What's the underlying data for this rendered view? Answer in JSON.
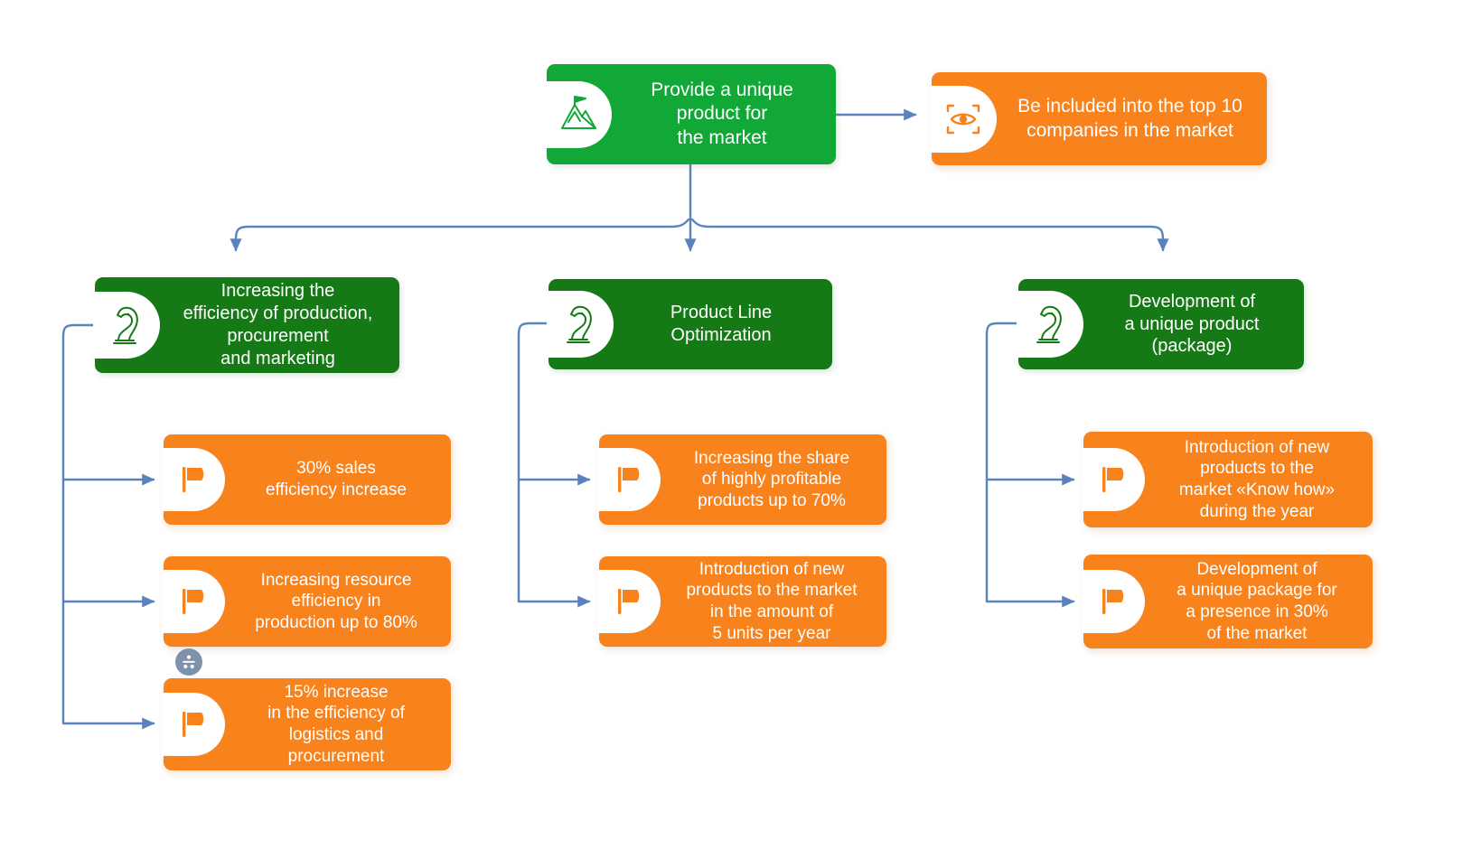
{
  "diagram": {
    "type": "strategy-tree",
    "colors": {
      "root_green": "#12a838",
      "goal_green": "#157a16",
      "orange": "#f8821c",
      "connector_blue": "#5a82bd",
      "badge_white": "#ffffff",
      "collapse_gray": "#7e93ab"
    },
    "root": {
      "id": "root",
      "text": "Provide a unique\nproduct for\nthe market",
      "icon": "mountain-flag-icon",
      "color": "#12a838"
    },
    "vision": {
      "id": "vision",
      "text": "Be included into the top 10\ncompanies in the market",
      "icon": "eye-focus-icon",
      "color": "#f8821c"
    },
    "branches": [
      {
        "id": "branch-production",
        "goal": {
          "text": "Increasing the\nefficiency of production,\nprocurement\nand marketing",
          "icon": "chess-knight-icon",
          "color": "#157a16"
        },
        "kpis": [
          {
            "text": "30% sales\nefficiency increase",
            "icon": "flag-icon",
            "color": "#f8821c"
          },
          {
            "text": "Increasing resource\nefficiency in\nproduction up to 80%",
            "icon": "flag-icon",
            "color": "#f8821c"
          },
          {
            "text": "15% increase\nin the efficiency of\nlogistics and\nprocurement",
            "icon": "flag-icon",
            "color": "#f8821c"
          }
        ]
      },
      {
        "id": "branch-product-line",
        "goal": {
          "text": "Product Line\nOptimization",
          "icon": "chess-knight-icon",
          "color": "#157a16"
        },
        "kpis": [
          {
            "text": "Increasing the share\nof highly profitable\nproducts up to 70%",
            "icon": "flag-icon",
            "color": "#f8821c"
          },
          {
            "text": "Introduction of new\nproducts to the market\nin the amount of\n5 units per year",
            "icon": "flag-icon",
            "color": "#f8821c"
          }
        ]
      },
      {
        "id": "branch-unique-product",
        "goal": {
          "text": "Development of\na unique product\n(package)",
          "icon": "chess-knight-icon",
          "color": "#157a16"
        },
        "kpis": [
          {
            "text": "Introduction of new\nproducts to the\nmarket «Know how»\nduring the year",
            "icon": "flag-icon",
            "color": "#f8821c"
          },
          {
            "text": "Development of\na unique package for\na presence in 30%\nof the market",
            "icon": "flag-icon",
            "color": "#f8821c"
          }
        ]
      }
    ],
    "collapse_handle": {
      "icon": "collapse-nodes-icon",
      "color": "#7e93ab"
    }
  }
}
